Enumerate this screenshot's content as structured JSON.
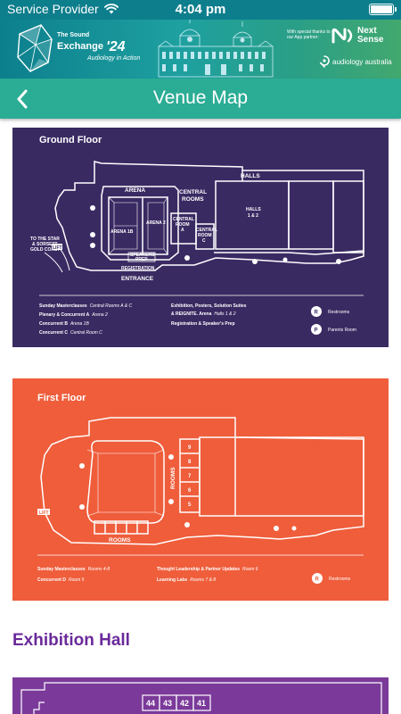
{
  "status_bar": {
    "carrier": "Service Provider",
    "time": "4:04 pm",
    "battery_level": 1.0
  },
  "banner": {
    "event_name_line1": "The Sound",
    "event_name_line2": "Exchange",
    "event_year": "'24",
    "event_tagline": "Audiology in Action",
    "partner_text": "With special thanks to our App partner:",
    "partner_logo_text": [
      "Next",
      "Sense"
    ],
    "host_logo_text": "audiology australia"
  },
  "nav": {
    "title": "Venue Map",
    "back_icon": "chevron-left-icon"
  },
  "ground_floor": {
    "title": "Ground Floor",
    "labels": {
      "arena": "ARENA",
      "arena_1b": "ARENA 1B",
      "arena_2": "ARENA 2",
      "central_rooms": [
        "CENTRAL",
        "ROOMS"
      ],
      "central_room_a": [
        "CENTRAL",
        "ROOM",
        "A"
      ],
      "central_room_c": [
        "CENTRAL",
        "ROOM",
        "C"
      ],
      "halls": "HALLS",
      "halls_1_2": [
        "HALLS",
        "1 & 2"
      ],
      "speakers_prep": [
        "SPEAKERS'",
        "PREP"
      ],
      "registration": "REGISTRATION",
      "entrance": "ENTRANCE",
      "to_star": [
        "TO THE STAR",
        "& SORSETT",
        "GOLD COAST"
      ],
      "lift": "LIFT",
      "parents_room_short": "P",
      "restroom_short": "R"
    },
    "legend_left": [
      {
        "name": "Sunday Masterclasses",
        "location": "Central Rooms A & C"
      },
      {
        "name": "Plenary & Concurrent A",
        "location": "Arena 2"
      },
      {
        "name": "Concurrent B",
        "location": "Arena 1B"
      },
      {
        "name": "Concurrent C",
        "location": "Central Room C"
      }
    ],
    "legend_mid": [
      {
        "name": "Exhibition, Posters, Solution Suites",
        "location": ""
      },
      {
        "name": "& REIGNITE. Arena",
        "location": "Halls 1 & 2"
      },
      {
        "name": "Registration & Speaker's Prep",
        "location": ""
      }
    ],
    "legend_right": [
      {
        "icon": "R",
        "label": "Restrooms"
      },
      {
        "icon": "P",
        "label": "Parents Room"
      }
    ]
  },
  "first_floor": {
    "title": "First Floor",
    "labels": {
      "rooms": "ROOMS",
      "room_numbers": [
        "9",
        "8",
        "7",
        "6",
        "5"
      ],
      "lift": "LIFT",
      "restroom_short": "R"
    },
    "legend_left": [
      {
        "name": "Sunday Masterclasses",
        "location": "Rooms 4-8"
      },
      {
        "name": "Concurrent D",
        "location": "Room 5"
      }
    ],
    "legend_mid": [
      {
        "name": "Thought Leadership & Partner Updates",
        "location": "Room 6"
      },
      {
        "name": "Learning Labs",
        "location": "Rooms 7 & 8"
      }
    ],
    "legend_right": [
      {
        "icon": "R",
        "label": "Restrooms"
      }
    ]
  },
  "exhibition": {
    "heading": "Exhibition Hall",
    "booths": [
      "44",
      "43",
      "42",
      "41"
    ]
  },
  "colors": {
    "status_bar": "#0d7e8c",
    "nav_bar": "#2bac95",
    "ground_map_bg": "#3a2a62",
    "first_map_bg": "#ef5d3b",
    "exhibition_heading": "#6a2a9a",
    "exhibition_map_bg": "#7b3a9a"
  }
}
